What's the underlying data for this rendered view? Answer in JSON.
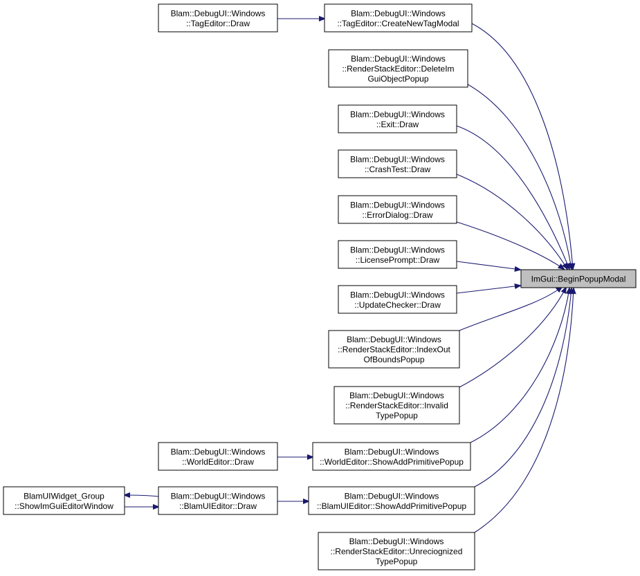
{
  "colors": {
    "edge": "#191970",
    "node_fill": "#ffffff",
    "target_fill": "#bfbfbf",
    "border": "#000000"
  },
  "nodes": {
    "begin_popup_modal": [
      "ImGui::BeginPopupModal"
    ],
    "tageditor_draw": [
      "Blam::DebugUI::Windows",
      "::TagEditor::Draw"
    ],
    "tageditor_create_new_tag_modal": [
      "Blam::DebugUI::Windows",
      "::TagEditor::CreateNewTagModal"
    ],
    "renderstack_delete_imgui_object_popup": [
      "Blam::DebugUI::Windows",
      "::RenderStackEditor::DeleteIm",
      "GuiObjectPopup"
    ],
    "exit_draw": [
      "Blam::DebugUI::Windows",
      "::Exit::Draw"
    ],
    "crashtest_draw": [
      "Blam::DebugUI::Windows",
      "::CrashTest::Draw"
    ],
    "errordialog_draw": [
      "Blam::DebugUI::Windows",
      "::ErrorDialog::Draw"
    ],
    "licenseprompt_draw": [
      "Blam::DebugUI::Windows",
      "::LicensePrompt::Draw"
    ],
    "updatechecker_draw": [
      "Blam::DebugUI::Windows",
      "::UpdateChecker::Draw"
    ],
    "renderstack_index_out_of_bounds_popup": [
      "Blam::DebugUI::Windows",
      "::RenderStackEditor::IndexOut",
      "OfBoundsPopup"
    ],
    "renderstack_invalid_type_popup": [
      "Blam::DebugUI::Windows",
      "::RenderStackEditor::Invalid",
      "TypePopup"
    ],
    "worldeditor_draw": [
      "Blam::DebugUI::Windows",
      "::WorldEditor::Draw"
    ],
    "worldeditor_show_add_primitive_popup": [
      "Blam::DebugUI::Windows",
      "::WorldEditor::ShowAddPrimitivePopup"
    ],
    "blamuiwidget_group_show_imgui_editor_window": [
      "BlamUIWidget_Group",
      "::ShowImGuiEditorWindow"
    ],
    "blamuieditor_draw": [
      "Blam::DebugUI::Windows",
      "::BlamUIEditor::Draw"
    ],
    "blamuieditor_show_add_primitive_popup": [
      "Blam::DebugUI::Windows",
      "::BlamUIEditor::ShowAddPrimitivePopup"
    ],
    "renderstack_unrecognized_type_popup": [
      "Blam::DebugUI::Windows",
      "::RenderStackEditor::Unreciognized",
      "TypePopup"
    ]
  }
}
